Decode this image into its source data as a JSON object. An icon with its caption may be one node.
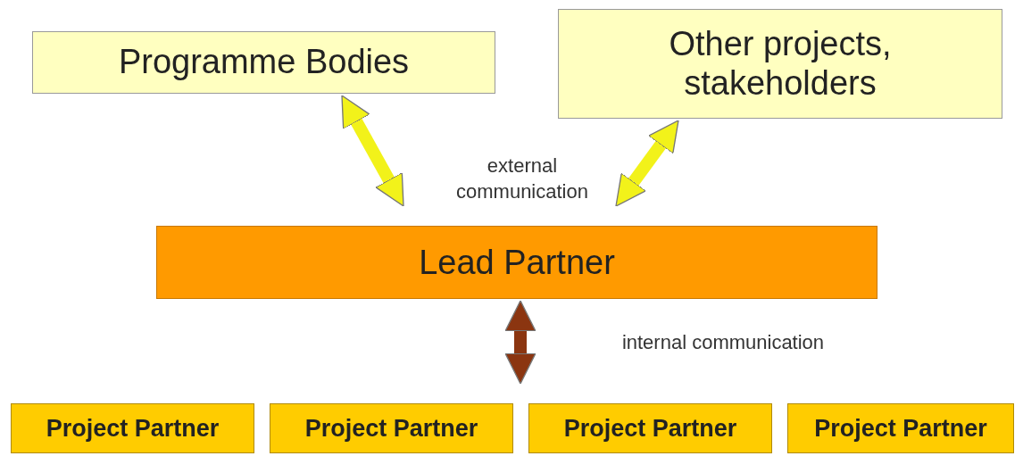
{
  "diagram": {
    "nodes": [
      {
        "text": [
          "Programme Bodies"
        ]
      },
      {
        "text": [
          "Other projects, stakeholders"
        ]
      },
      {
        "text": [
          "Lead Partner"
        ]
      },
      {
        "text": [
          "Project Partner"
        ]
      },
      {
        "text": [
          "Project Partner"
        ]
      },
      {
        "text": [
          "Project Partner"
        ]
      },
      {
        "text": [
          "Project Partner"
        ]
      }
    ],
    "edges": [
      {
        "from": 0,
        "to": 2,
        "arrow": "both",
        "color": "#f2f21a"
      },
      {
        "from": 1,
        "to": 2,
        "arrow": "both",
        "color": "#f2f21a"
      },
      {
        "from": 2,
        "to": 4,
        "arrow": "both",
        "color": "#8b3510"
      }
    ],
    "labels": [
      "external communication",
      "internal communication"
    ]
  }
}
